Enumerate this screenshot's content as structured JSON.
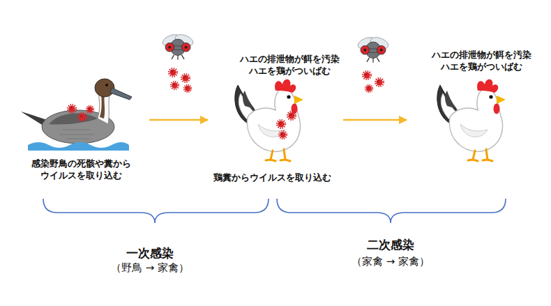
{
  "diagram": {
    "nodes": [
      {
        "text": [
          "感染野鳥の死骸や糞から ウイルスを取り込む"
        ]
      },
      {
        "text": [
          "ハエの排泄物が餌を汚染 ハエを鶏がついばむ",
          "鶏糞からウイルスを取り込む"
        ]
      },
      {
        "text": [
          "ハエの排泄物が餌を汚染 ハエを鶏がついばむ"
        ]
      }
    ],
    "edges": [
      {
        "from": 0,
        "to": 1,
        "arrow": "to"
      },
      {
        "from": 1,
        "to": 2,
        "arrow": "to"
      }
    ],
    "labels": [
      "一次感染",
      "（野鳥 → 家禽）",
      "二次感染",
      "（家禽 → 家禽）"
    ]
  }
}
